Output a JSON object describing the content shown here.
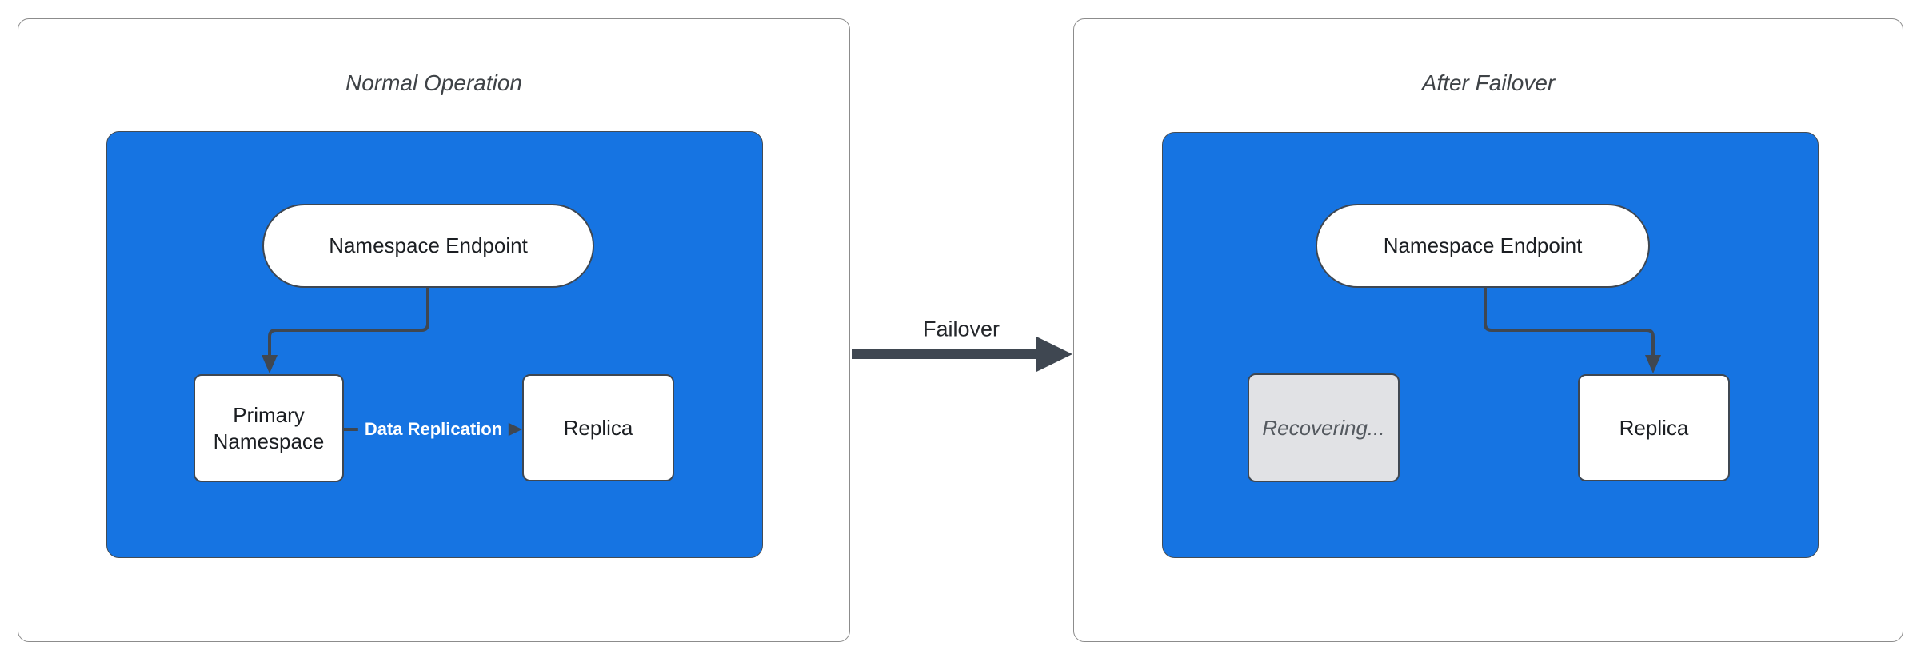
{
  "diagram": {
    "panels": [
      {
        "title": "Normal Operation",
        "nodes": {
          "endpoint": "Namespace Endpoint",
          "primary": "Primary Namespace",
          "replica": "Replica"
        },
        "edge_label": "Data Replication"
      },
      {
        "title": "After Failover",
        "nodes": {
          "endpoint": "Namespace Endpoint",
          "recovering": "Recovering...",
          "replica": "Replica"
        }
      }
    ],
    "transition_label": "Failover",
    "colors": {
      "container_fill": "#1674e2",
      "container_border": "#434c55",
      "edge": "#3f4751",
      "node_border": "#3f4751",
      "node_fill": "#ffffff",
      "recovering_fill": "#e1e2e5",
      "panel_border": "#8c8c8c",
      "title_text": "#3f4347",
      "node_text": "#1b1e22",
      "muted_text": "#54595f",
      "edge_label_text": "#ffffff",
      "transition_text": "#24272b",
      "page_bg": "#ffffff"
    }
  }
}
